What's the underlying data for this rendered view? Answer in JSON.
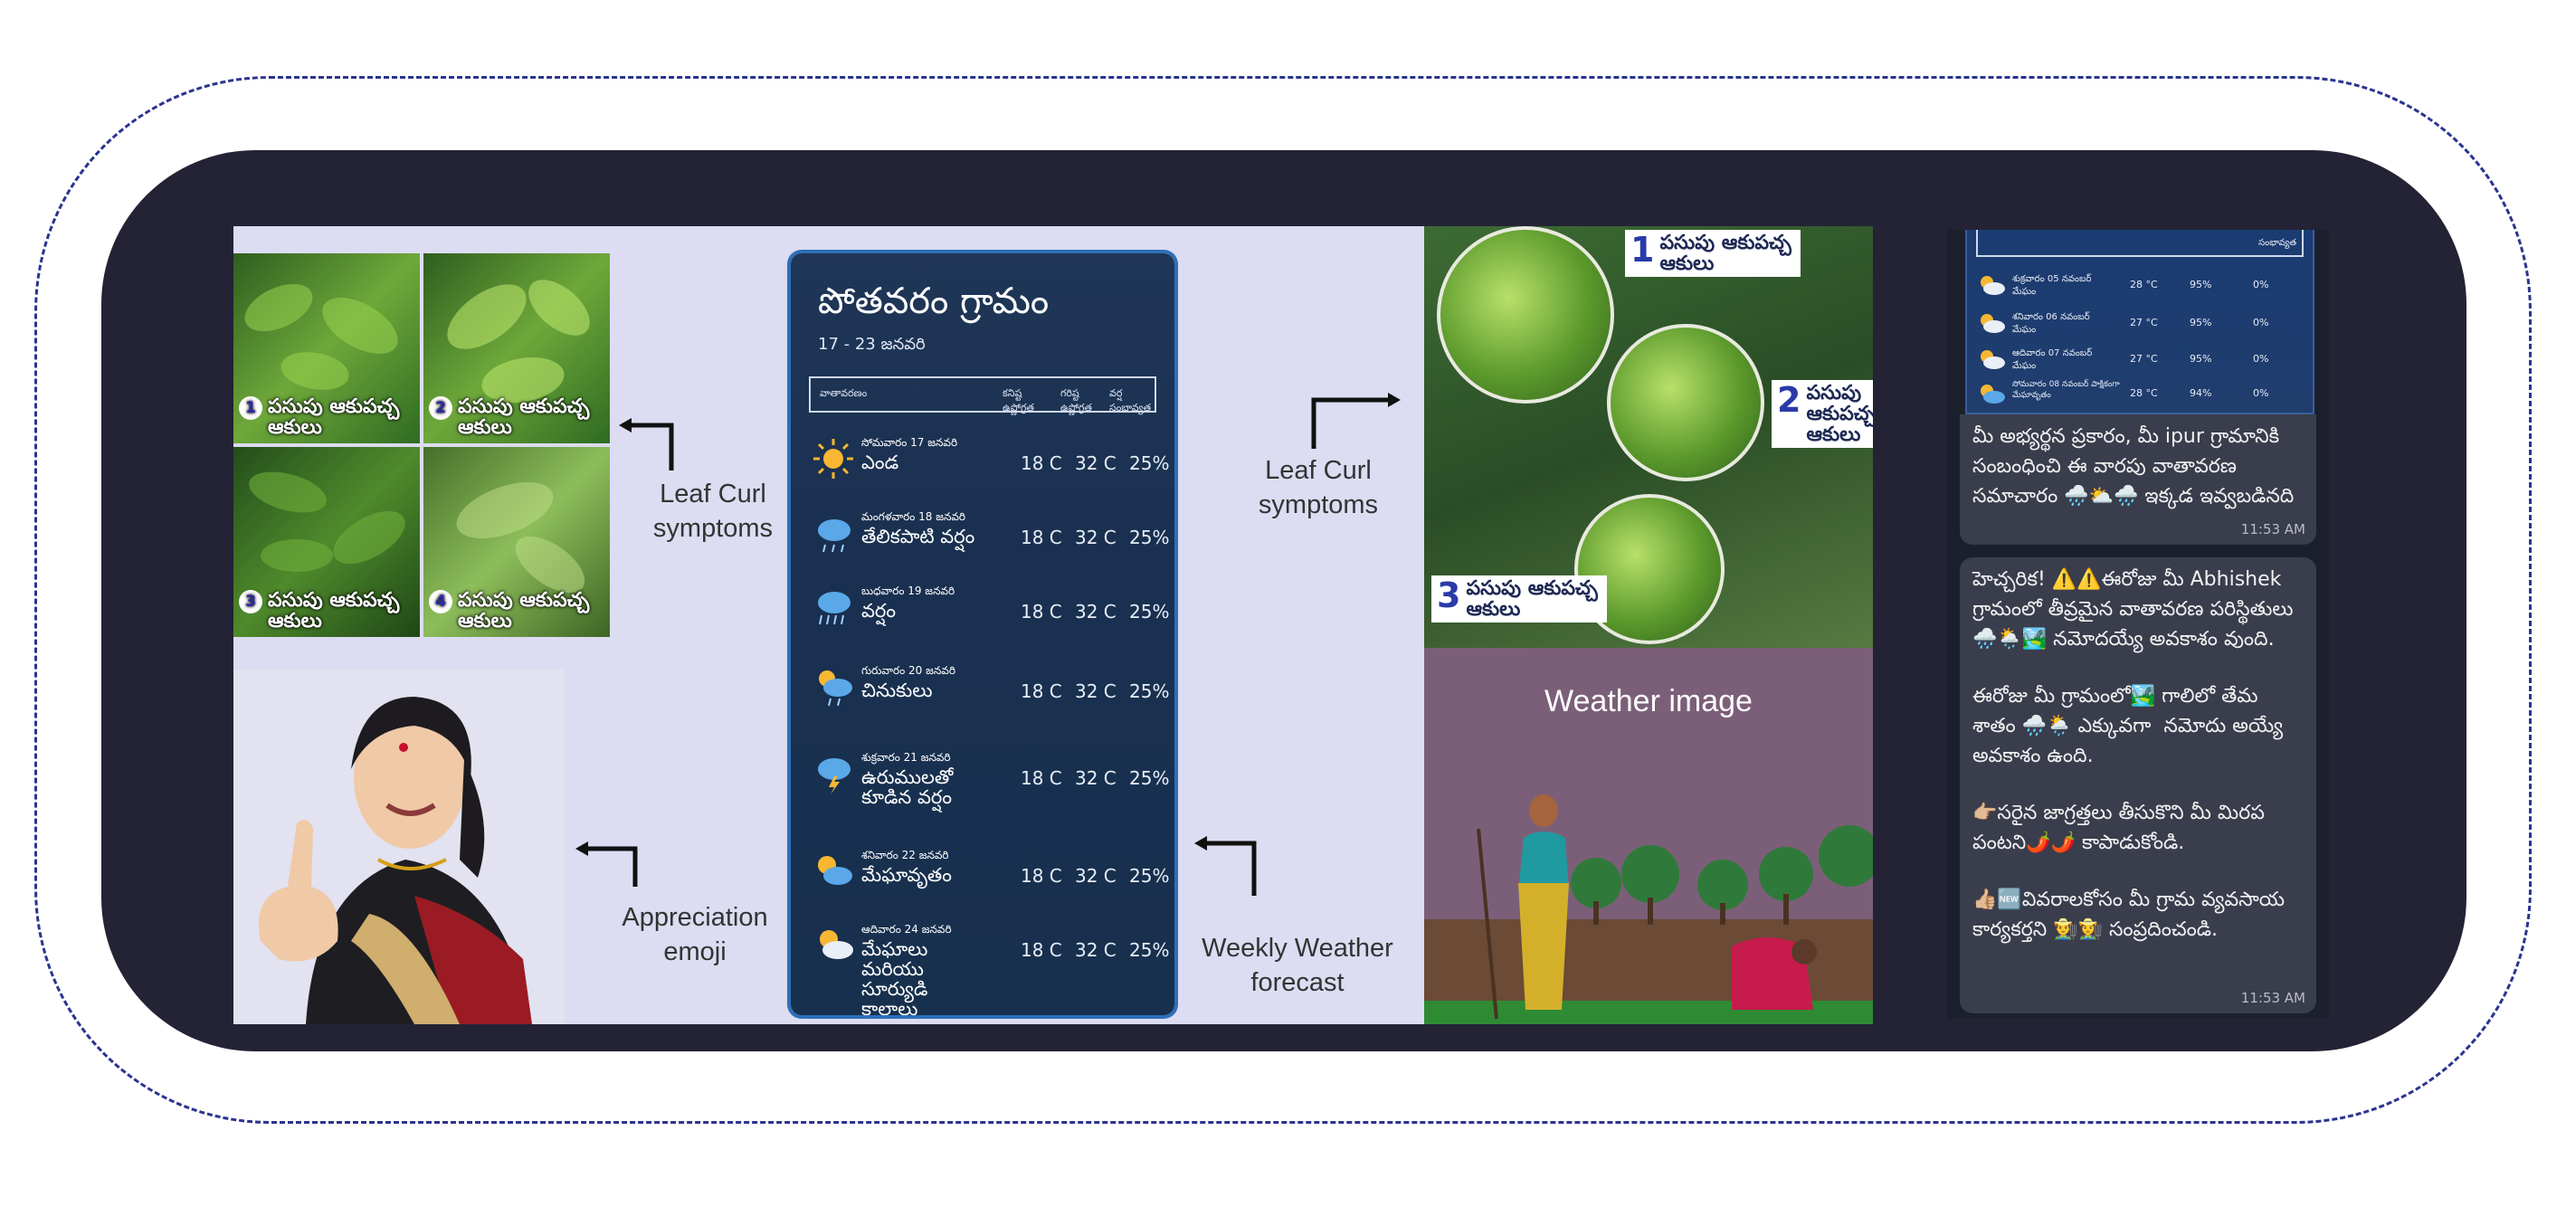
{
  "leaf_grid": {
    "captions": [
      {
        "num": "1",
        "text": "పసుపు ఆకుపచ్చ ఆకులు"
      },
      {
        "num": "2",
        "text": "పసుపు ఆకుపచ్చ ఆకులు"
      },
      {
        "num": "3",
        "text": "పసుపు ఆకుపచ్చ ఆకులు"
      },
      {
        "num": "4",
        "text": "పసుపు ఆకుపచ్చ ఆకులు"
      }
    ]
  },
  "annotations": {
    "leaf_curl_left": "Leaf Curl\nsymptoms",
    "leaf_curl_right": "Leaf Curl\nsymptoms",
    "appreciation": "Appreciation\nemoji",
    "weekly_forecast": "Weekly Weather\nforecast",
    "weather_image": "Weather image"
  },
  "weather_card": {
    "title": "పోతవరం గ్రామం",
    "dates": "17 - 23 జనవరి",
    "headers": [
      "వాతావరణం",
      "కనిష్ట ఉష్ణోగ్రత",
      "గరిష్ట ఉష్ణోగ్రత",
      "వర్ష సంభావ్యత"
    ],
    "rows": [
      {
        "day": "సోమవారం 17 జనవరి",
        "cond": "ఎండ",
        "min": "18 C",
        "max": "32 C",
        "rain": "25%",
        "icon": "sun-icon"
      },
      {
        "day": "మంగళవారం 18 జనవరి",
        "cond": "తేలికపాటి వర్షం",
        "min": "18 C",
        "max": "32 C",
        "rain": "25%",
        "icon": "rain-cloud-icon"
      },
      {
        "day": "బుధవారం 19 జనవరి",
        "cond": "వర్షం",
        "min": "18 C",
        "max": "32 C",
        "rain": "25%",
        "icon": "heavy-rain-icon"
      },
      {
        "day": "గురువారం 20 జనవరి",
        "cond": "చినుకులు",
        "min": "18 C",
        "max": "32 C",
        "rain": "25%",
        "icon": "sun-rain-icon"
      },
      {
        "day": "శుక్రవారం 21 జనవరి",
        "cond": "ఉరుములతో కూడిన వర్షం",
        "min": "18 C",
        "max": "32 C",
        "rain": "25%",
        "icon": "thunderstorm-icon"
      },
      {
        "day": "శనివారం 22 జనవరి",
        "cond": "మేఘావృతం",
        "min": "18 C",
        "max": "32 C",
        "rain": "25%",
        "icon": "partly-cloudy-icon"
      },
      {
        "day": "ఆదివారం 24 జనవరి",
        "cond": "మేఘాలు మరియు సూర్యుడి కాలాలు",
        "min": "18 C",
        "max": "32 C",
        "rain": "25%",
        "icon": "sun-cloud-icon"
      }
    ]
  },
  "leaf_curl_labels": [
    {
      "num": "1",
      "text": "పసుపు ఆకుపచ్చ ఆకులు"
    },
    {
      "num": "2",
      "text": "పసుపు ఆకుపచ్చ ఆకులు"
    },
    {
      "num": "3",
      "text": "పసుపు ఆకుపచ్చ ఆకులు"
    }
  ],
  "chat": {
    "forecast_rows": [
      {
        "day": "శుక్రవారం 05 నవంబర్ మేఘం",
        "min": "28 °C",
        "hum": "95%",
        "rain": "0%"
      },
      {
        "day": "శనివారం 06 నవంబర్ మేఘం",
        "min": "27 °C",
        "hum": "95%",
        "rain": "0%"
      },
      {
        "day": "ఆదివారం 07 నవంబర్ మేఘం",
        "min": "27 °C",
        "hum": "95%",
        "rain": "0%"
      },
      {
        "day": "సోమవారం 08 నవంబర్ పాక్షికంగా మేఘావృతం",
        "min": "28 °C",
        "hum": "94%",
        "rain": "0%"
      }
    ],
    "forecast_header": "సంభావ్యత",
    "bubble1_text": "మీ అభ్యర్థన ప్రకారం, మీ ipur గ్రామానికి సంబంధించి ఈ వారపు  వాతావరణ సమాచారం 🌧️⛅🌧️ ఇక్కడ ఇవ్వబడినది",
    "bubble1_time": "11:53 AM",
    "bubble2_paras": [
      "హెచ్చరిక! ⚠️⚠️ఈరోజు మీ Abhishek గ్రామంలో తీవ్రమైన వాతావరణ పరిస్థితులు🌧️🌦️🏞️ నమోదయ్యే అవకాశం వుంది.",
      "ఈరోజు మీ గ్రామంలో🏞️ గాలిలో తేమ శాతం 🌧️🌦️ ఎక్కువగా  నమోదు అయ్యే అవకాశం ఉంది.",
      "👉🏼సరైన జాగ్రత్తలు తీసుకొని మీ మిరప పంటని🌶️🌶️ కాపాడుకోండి.",
      "👍🏼🆕వివరాలకోసం మీ గ్రామ వ్యవసాయ కార్యకర్తని 👨‍🌾👩‍🌾 సంప్రదించండి."
    ],
    "bubble2_time": "11:53 AM"
  }
}
